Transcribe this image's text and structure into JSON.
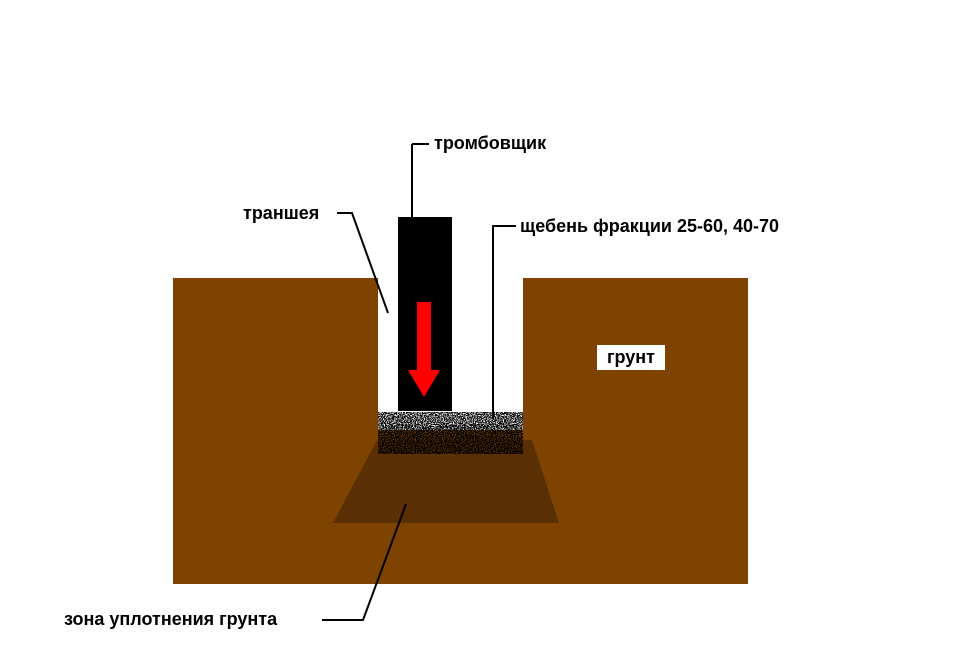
{
  "labels": {
    "tamper": "тромбовщик",
    "trench": "траншея",
    "gravel": "щебень фракции 25-60, 40-70",
    "soil": "грунт",
    "compaction_zone": "зона уплотнения грунта"
  },
  "colors": {
    "soil": "#7f4300",
    "compaction_zone": "#5a2f03",
    "tamper": "#000000",
    "arrow": "#ff0000",
    "gravel": "#111111",
    "leader_lines": "#000000",
    "background": "#ffffff"
  },
  "icons": {
    "direction": "down-arrow-icon"
  }
}
